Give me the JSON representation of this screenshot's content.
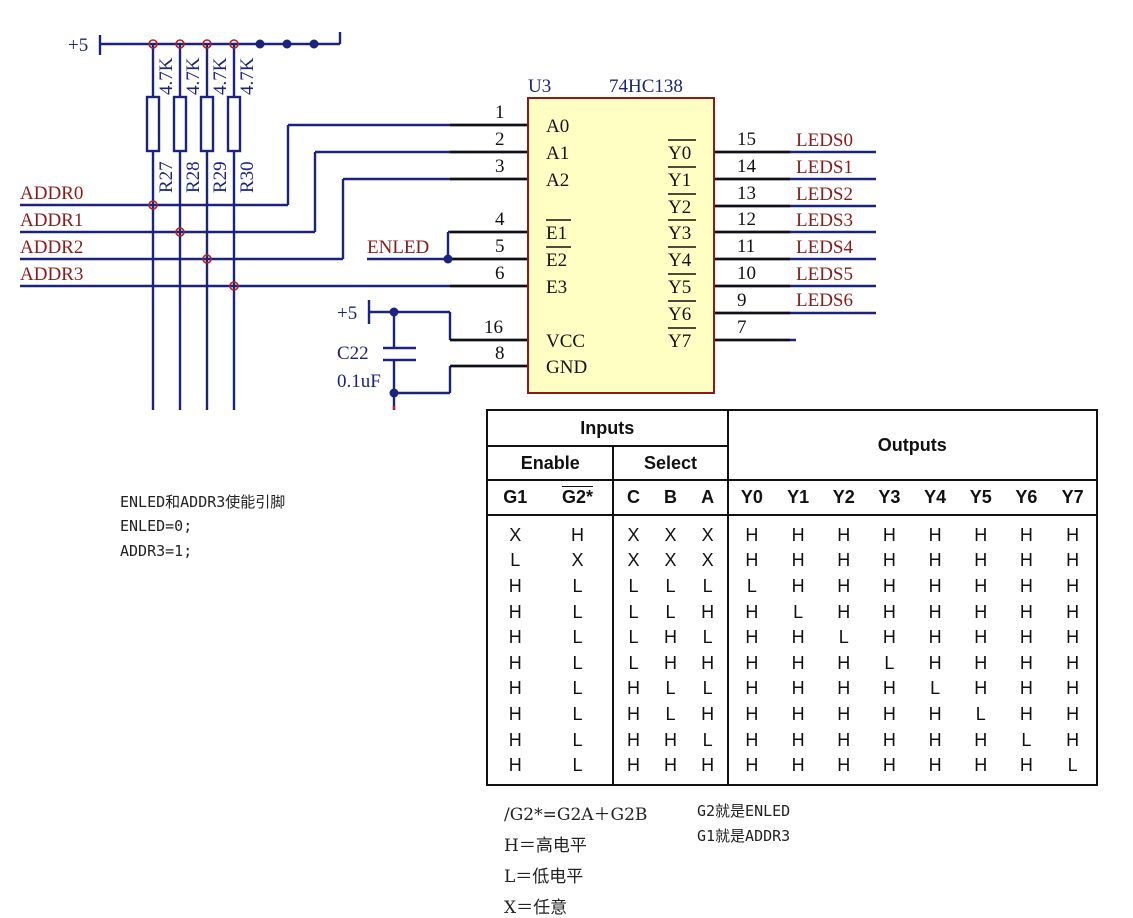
{
  "schematic": {
    "vcc_label": "+5",
    "resistor_value": "4.7K",
    "resistors": [
      "R27",
      "R28",
      "R29",
      "R30"
    ],
    "addr_nets": [
      "ADDR0",
      "ADDR1",
      "ADDR2",
      "ADDR3"
    ],
    "enled_net": "ENLED",
    "ic_ref": "U3",
    "ic_part": "74HC138",
    "left_pins": [
      {
        "num": "1",
        "name": "A0"
      },
      {
        "num": "2",
        "name": "A1"
      },
      {
        "num": "3",
        "name": "A2"
      },
      {
        "num": "4",
        "name": "E1"
      },
      {
        "num": "5",
        "name": "E2"
      },
      {
        "num": "6",
        "name": "E3"
      },
      {
        "num": "16",
        "name": "VCC"
      },
      {
        "num": "8",
        "name": "GND"
      }
    ],
    "right_pins": [
      {
        "num": "15",
        "name": "Y0",
        "net": "LEDS0"
      },
      {
        "num": "14",
        "name": "Y1",
        "net": "LEDS1"
      },
      {
        "num": "13",
        "name": "Y2",
        "net": "LEDS2"
      },
      {
        "num": "12",
        "name": "Y3",
        "net": "LEDS3"
      },
      {
        "num": "11",
        "name": "Y4",
        "net": "LEDS4"
      },
      {
        "num": "10",
        "name": "Y5",
        "net": "LEDS5"
      },
      {
        "num": "9",
        "name": "Y6",
        "net": "LEDS6"
      },
      {
        "num": "7",
        "name": "Y7",
        "net": ""
      }
    ],
    "cap_vcc_label": "+5",
    "cap_ref": "C22",
    "cap_value": "0.1uF"
  },
  "truth_table": {
    "inputs_label": "Inputs",
    "outputs_label": "Outputs",
    "enable_label": "Enable",
    "select_label": "Select",
    "columns": [
      "G1",
      "G2*",
      "C",
      "B",
      "A",
      "Y0",
      "Y1",
      "Y2",
      "Y3",
      "Y4",
      "Y5",
      "Y6",
      "Y7"
    ],
    "rows": [
      [
        "X",
        "H",
        "X",
        "X",
        "X",
        "H",
        "H",
        "H",
        "H",
        "H",
        "H",
        "H",
        "H"
      ],
      [
        "L",
        "X",
        "X",
        "X",
        "X",
        "H",
        "H",
        "H",
        "H",
        "H",
        "H",
        "H",
        "H"
      ],
      [
        "H",
        "L",
        "L",
        "L",
        "L",
        "L",
        "H",
        "H",
        "H",
        "H",
        "H",
        "H",
        "H"
      ],
      [
        "H",
        "L",
        "L",
        "L",
        "H",
        "H",
        "L",
        "H",
        "H",
        "H",
        "H",
        "H",
        "H"
      ],
      [
        "H",
        "L",
        "L",
        "H",
        "L",
        "H",
        "H",
        "L",
        "H",
        "H",
        "H",
        "H",
        "H"
      ],
      [
        "H",
        "L",
        "L",
        "H",
        "H",
        "H",
        "H",
        "H",
        "L",
        "H",
        "H",
        "H",
        "H"
      ],
      [
        "H",
        "L",
        "H",
        "L",
        "L",
        "H",
        "H",
        "H",
        "H",
        "L",
        "H",
        "H",
        "H"
      ],
      [
        "H",
        "L",
        "H",
        "L",
        "H",
        "H",
        "H",
        "H",
        "H",
        "H",
        "L",
        "H",
        "H"
      ],
      [
        "H",
        "L",
        "H",
        "H",
        "L",
        "H",
        "H",
        "H",
        "H",
        "H",
        "H",
        "L",
        "H"
      ],
      [
        "H",
        "L",
        "H",
        "H",
        "H",
        "H",
        "H",
        "H",
        "H",
        "H",
        "H",
        "H",
        "L"
      ]
    ]
  },
  "notes": {
    "enable_note": [
      "ENLED和ADDR3使能引脚",
      "ENLED=0;",
      "ADDR3=1;"
    ],
    "legend": [
      "/G2*=G2A＋G2B",
      "H＝高电平",
      "L＝低电平",
      "X＝任意"
    ],
    "g_note": [
      "G2就是ENLED",
      "G1就是ADDR3"
    ]
  }
}
